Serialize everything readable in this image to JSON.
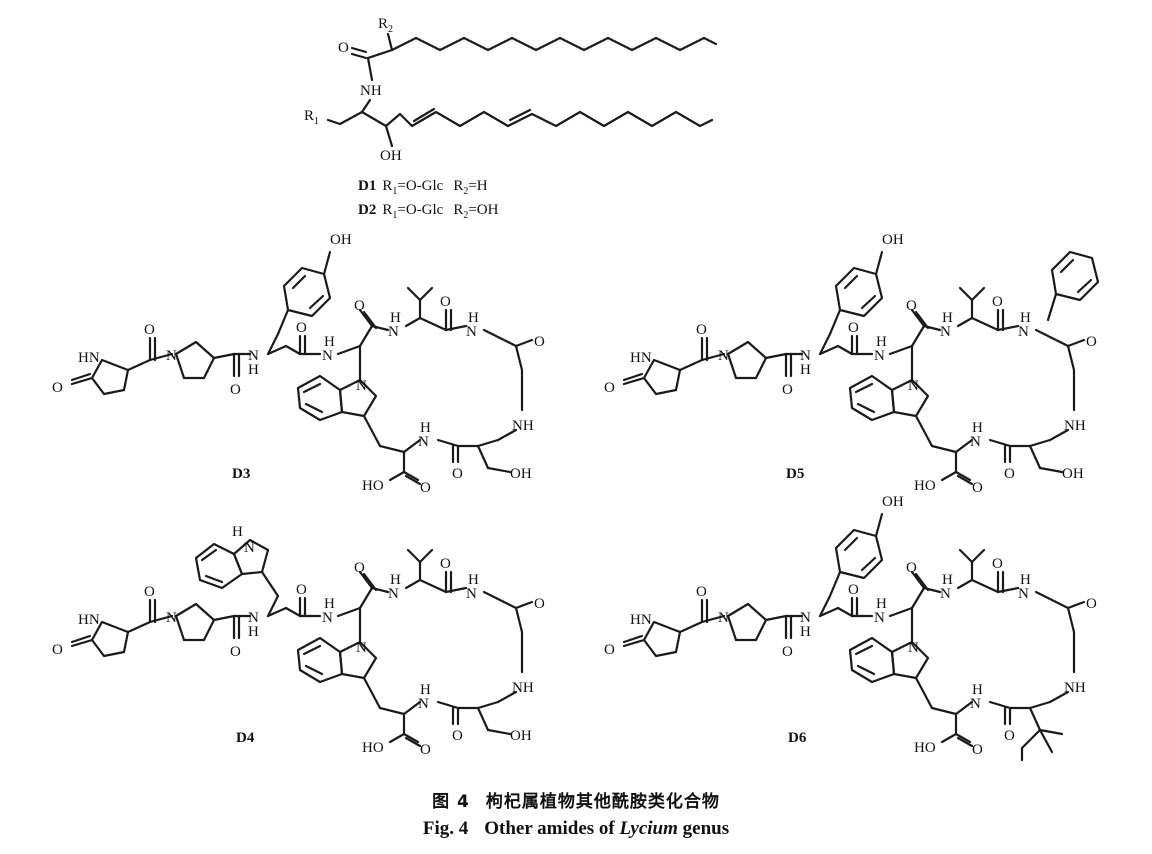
{
  "compounds": {
    "d1_line": {
      "name": "D1",
      "r1": "R",
      "r1_sub": "1",
      "r1_val": "=O-Glc",
      "r2": "R",
      "r2_sub": "2",
      "r2_val": "=H"
    },
    "d2_line": {
      "name": "D2",
      "r1": "R",
      "r1_sub": "1",
      "r1_val": "=O-Glc",
      "r2": "R",
      "r2_sub": "2",
      "r2_val": "=OH"
    },
    "d3": "D3",
    "d4": "D4",
    "d5": "D5",
    "d6": "D6"
  },
  "atom_labels": {
    "R": "R",
    "sub1": "1",
    "sub2": "2",
    "NH": "NH",
    "N": "N",
    "H": "H",
    "O": "O",
    "OH": "OH",
    "HN": "HN",
    "HO": "HO"
  },
  "caption": {
    "cn_fig": "图 4",
    "cn_title": "枸杞属植物其他酰胺类化合物",
    "en_fig": "Fig. 4",
    "en_pre": "Other amides of ",
    "en_genus": "Lycium",
    "en_post": " genus"
  }
}
